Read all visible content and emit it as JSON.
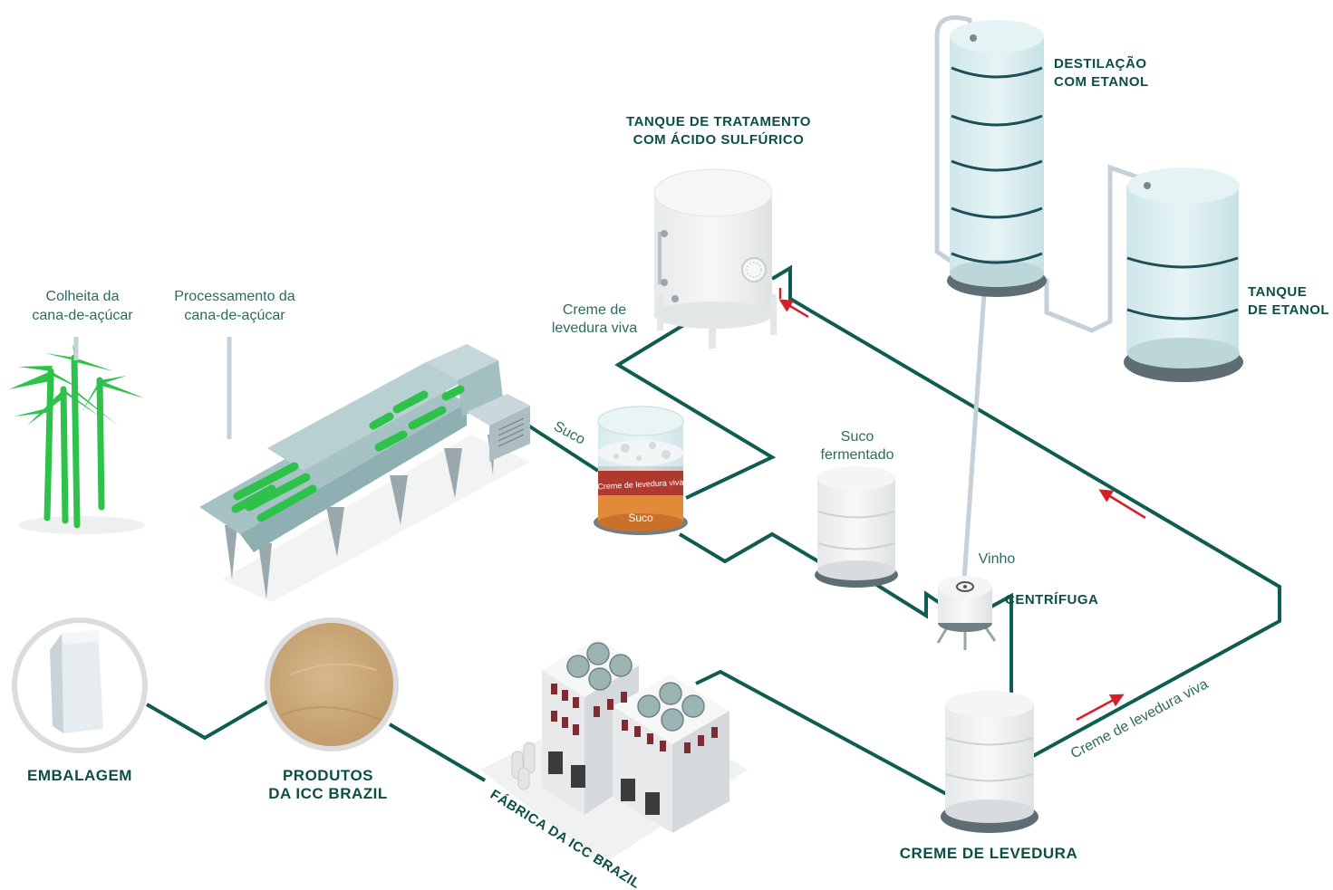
{
  "labels": {
    "harvest": [
      "Colheita da",
      "cana-de-açúcar"
    ],
    "processing": [
      "Processamento da",
      "cana-de-açúcar"
    ],
    "suco": "Suco",
    "tank_treatment": [
      "TANQUE DE TRATAMENTO",
      "COM ÁCIDO SULFÚRICO"
    ],
    "live_yeast_cream_left": [
      "Creme de",
      "levedura viva"
    ],
    "distillation": [
      "DESTILAÇÃO",
      "COM ETANOL"
    ],
    "ethanol_tank": [
      "TANQUE",
      "DE ETANOL"
    ],
    "fermented_juice": [
      "Suco",
      "fermentado"
    ],
    "wine": "Vinho",
    "centrifuge": "CENTRÍFUGA",
    "fermenter_band_top": "Creme de levedura viva",
    "fermenter_band_bottom": "Suco",
    "live_yeast_cream_right": "Creme de levedura viva",
    "yeast_cream": "CREME DE LEVEDURA",
    "factory": "FÁBRICA DA ICC BRAZIL",
    "packaging": "EMBALAGEM",
    "products": [
      "PRODUTOS",
      "DA ICC BRAZIL"
    ]
  },
  "colors": {
    "pipe": "#0f5c50",
    "label_text": "#2e6b5e",
    "bold_text": "#0b4f45",
    "arrow": "#d81e2a",
    "cane_green": "#2ec24a",
    "tank_light_blue": "#d9eef0",
    "fermenter_red": "#b0392f",
    "fermenter_orange": "#e2893a"
  },
  "icons": [
    "sugarcane-plant",
    "processing-machine",
    "fermenter-tank",
    "treatment-tank",
    "distillation-column",
    "ethanol-tank",
    "fermented-juice-tank",
    "centrifuge",
    "yeast-cream-tank",
    "factory-building",
    "packaging-bag",
    "product-powder"
  ]
}
